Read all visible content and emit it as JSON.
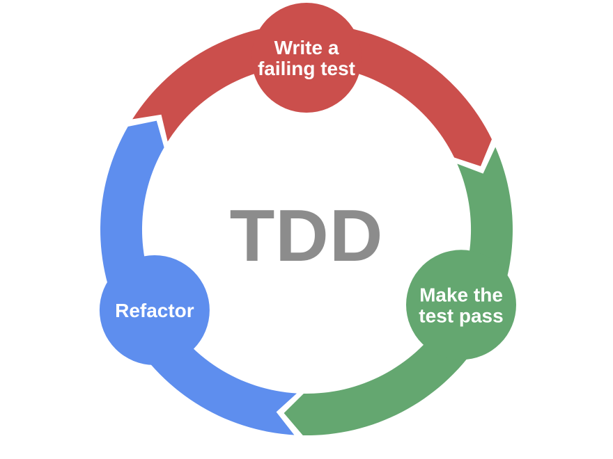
{
  "diagram": {
    "type": "cycle",
    "direction": "clockwise",
    "center_label": "TDD",
    "center_label_color": "#8C8C8C",
    "background_color": "#FFFFFF",
    "step_label_color": "#FFFFFF",
    "steps": [
      {
        "id": "write-failing-test",
        "label": "Write a failing test",
        "lines": [
          "Write a",
          "failing test"
        ],
        "color": "#CB4F4C",
        "position": "top"
      },
      {
        "id": "make-test-pass",
        "label": "Make the test pass",
        "lines": [
          "Make the",
          "test pass"
        ],
        "color": "#64A770",
        "position": "bottom-right"
      },
      {
        "id": "refactor",
        "label": "Refactor",
        "lines": [
          "Refactor"
        ],
        "color": "#5E8EEE",
        "position": "bottom-left"
      }
    ]
  }
}
